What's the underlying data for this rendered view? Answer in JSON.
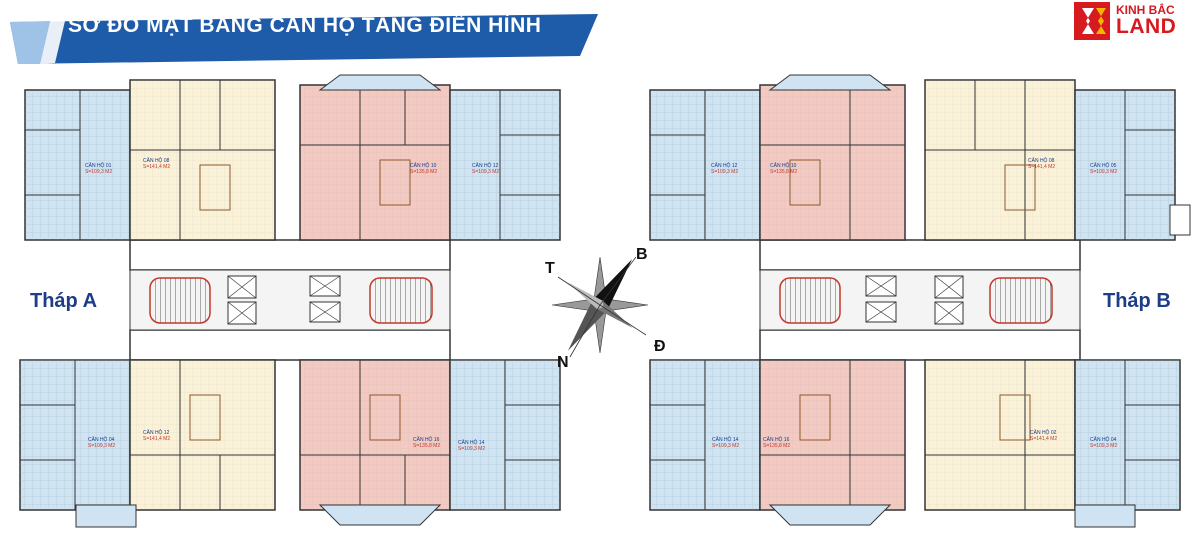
{
  "banner": {
    "title": "SƠ ĐỒ MẶT BẰNG CĂN HỘ TẦNG ĐIỂN HÌNH"
  },
  "logo": {
    "line1": "KINH BẮC",
    "line2": "LAND"
  },
  "towers": {
    "a": "Tháp A",
    "b": "Tháp B"
  },
  "compass": {
    "north": "B",
    "south": "N",
    "east": "Đ",
    "west": "T"
  },
  "units": [
    {
      "name": "CĂN HỘ 01",
      "area": "S=109,3 M2"
    },
    {
      "name": "CĂN HỘ 08",
      "area": "S=141,4 M2"
    },
    {
      "name": "CĂN HỘ 10",
      "area": "S=135,8 M2"
    },
    {
      "name": "CĂN HỘ 12",
      "area": "S=109,3 M2"
    },
    {
      "name": "CĂN HỘ 04",
      "area": "S=109,3 M2"
    },
    {
      "name": "CĂN HỘ 12",
      "area": "S=141,4 M2"
    },
    {
      "name": "CĂN HỘ 16",
      "area": "S=135,8 M2"
    },
    {
      "name": "CĂN HỘ 14",
      "area": "S=109,3 M2"
    },
    {
      "name": "CĂN HỘ 12",
      "area": "S=109,3 M2"
    },
    {
      "name": "CĂN HỘ 10",
      "area": "S=135,8 M2"
    },
    {
      "name": "CĂN HỘ 08",
      "area": "S=141,4 M2"
    },
    {
      "name": "CĂN HỘ 05",
      "area": "S=109,3 M2"
    },
    {
      "name": "CĂN HỘ 14",
      "area": "S=109,3 M2"
    },
    {
      "name": "CĂN HỘ 16",
      "area": "S=135,8 M2"
    },
    {
      "name": "CĂN HỘ 02",
      "area": "S=141,4 M2"
    },
    {
      "name": "CĂN HỘ 04",
      "area": "S=109,3 M2"
    }
  ],
  "colors": {
    "blue": "#cfe3f3",
    "cream": "#fbf1d7",
    "pink": "#f3c9c2",
    "banner": "#1e5ba8",
    "logo_red": "#d71920"
  }
}
